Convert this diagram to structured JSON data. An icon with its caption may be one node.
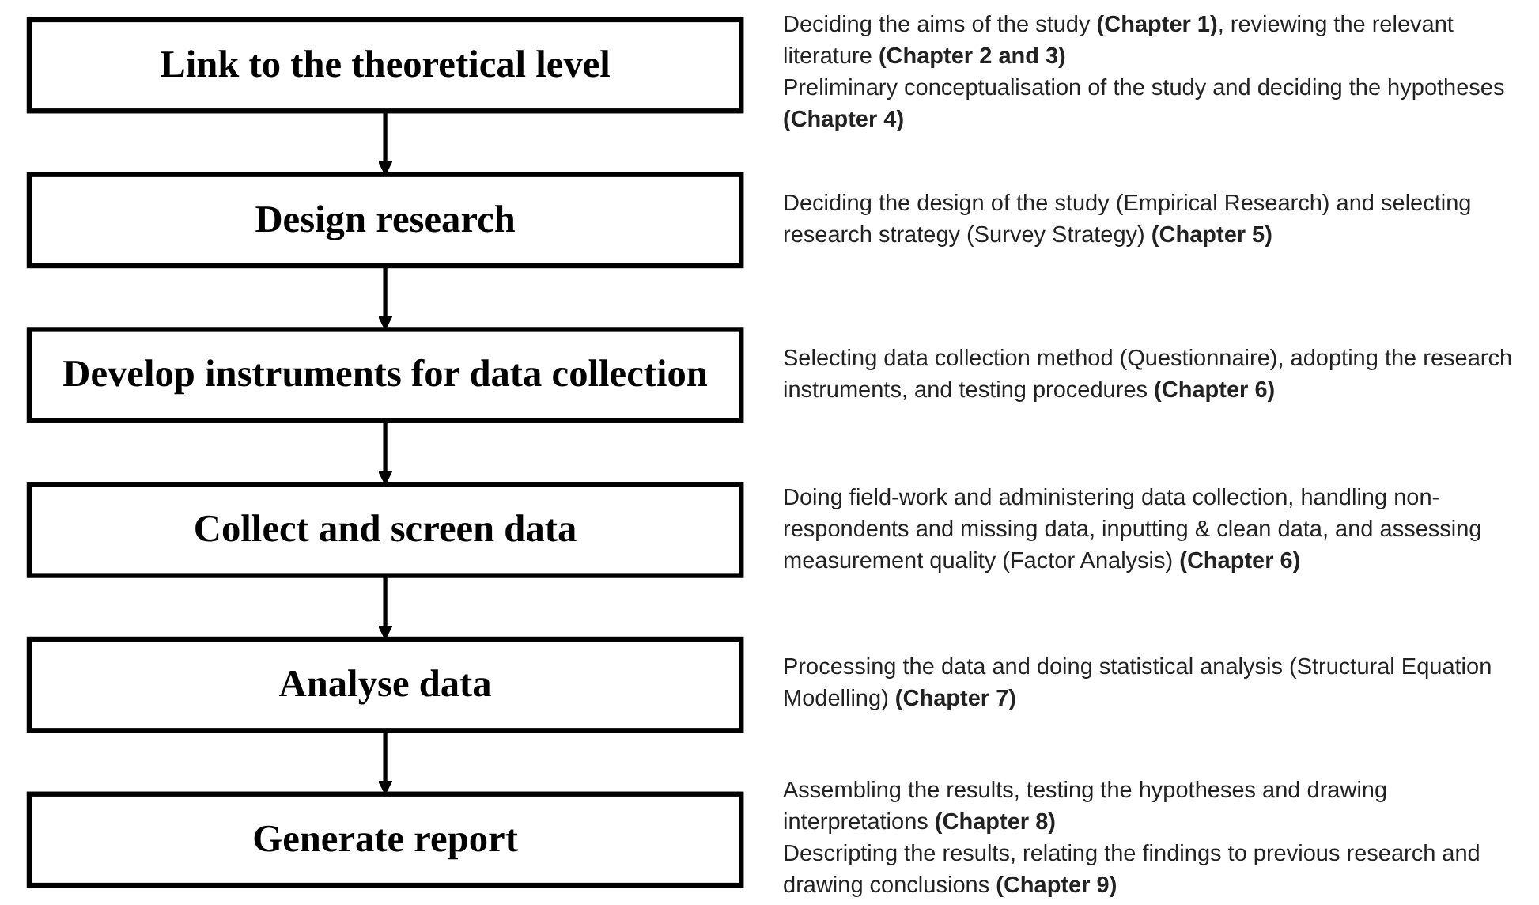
{
  "diagram": {
    "nodes": [
      {
        "text": [
          "Link to the theoretical level"
        ],
        "beside": [
          "Deciding the aims of the study **(Chapter 1)**, reviewing the relevant literature **(Chapter 2 and 3)**",
          "Preliminary conceptualisation of the study and deciding the hypotheses **(Chapter 4)**"
        ]
      },
      {
        "text": [
          "Design research"
        ],
        "beside": [
          "Deciding the design of the study (Empirical Research) and selecting research strategy (Survey Strategy) **(Chapter 5)**"
        ]
      },
      {
        "text": [
          "Develop instruments for data collection"
        ],
        "beside": [
          "Selecting data collection method (Questionnaire), adopting the research instruments, and testing procedures **(Chapter 6)**"
        ]
      },
      {
        "text": [
          "Collect and screen data"
        ],
        "beside": [
          "Doing field-work and administering data collection, handling non-respondents and missing data, inputting & clean data, and assessing measurement quality (Factor Analysis) **(Chapter 6)**"
        ]
      },
      {
        "text": [
          "Analyse data"
        ],
        "beside": [
          "Processing the data and doing statistical analysis (Structural Equation Modelling) **(Chapter 7)**"
        ]
      },
      {
        "text": [
          "Generate report"
        ],
        "beside": [
          "Assembling the results, testing the hypotheses and drawing interpretations **(Chapter 8)**",
          "Descripting the results, relating the findings to previous research and drawing conclusions **(Chapter 9)**"
        ]
      }
    ],
    "edges": [
      {
        "from": 0,
        "to": 1,
        "arrow": "to"
      },
      {
        "from": 1,
        "to": 2,
        "arrow": "to"
      },
      {
        "from": 2,
        "to": 3,
        "arrow": "to"
      },
      {
        "from": 3,
        "to": 4,
        "arrow": "to"
      },
      {
        "from": 4,
        "to": 5,
        "arrow": "to"
      }
    ]
  }
}
